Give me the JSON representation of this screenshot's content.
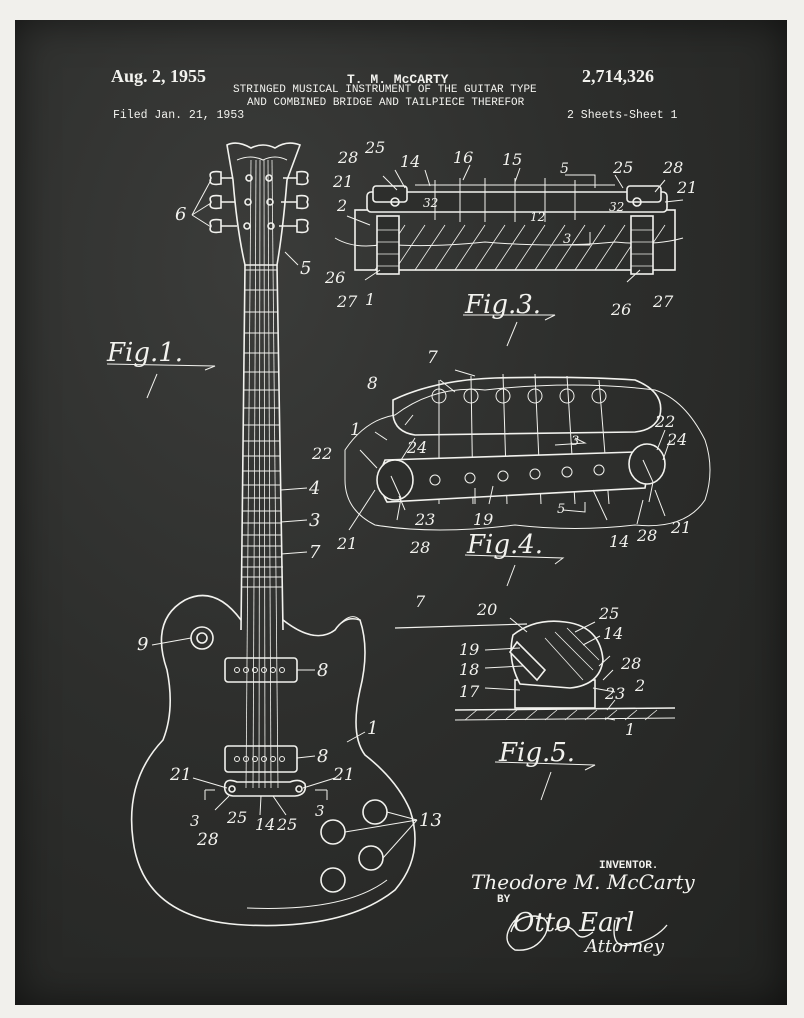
{
  "header": {
    "date": "Aug. 2, 1955",
    "inventor_name": "T. M. McCARTY",
    "patent_number": "2,714,326",
    "title_line1": "STRINGED MUSICAL INSTRUMENT OF THE GUITAR TYPE",
    "title_line2": "AND COMBINED BRIDGE AND TAILPIECE THEREFOR",
    "filed": "Filed Jan. 21, 1953",
    "sheets": "2 Sheets-Sheet 1"
  },
  "figures": {
    "fig1": "Fig.1.",
    "fig3": "Fig.3.",
    "fig4": "Fig.4.",
    "fig5": "Fig.5."
  },
  "reference_numerals": {
    "fig1": [
      "6",
      "5",
      "4",
      "3",
      "7",
      "9",
      "8",
      "8",
      "1",
      "21",
      "21",
      "3",
      "3",
      "25",
      "14",
      "25",
      "28",
      "13"
    ],
    "fig3": [
      "28",
      "25",
      "14",
      "16",
      "15",
      "5",
      "25",
      "28",
      "21",
      "21",
      "2",
      "32",
      "32",
      "12",
      "3",
      "26",
      "27",
      "1",
      "26",
      "27"
    ],
    "fig4": [
      "7",
      "8",
      "1",
      "24",
      "22",
      "3",
      "22",
      "24",
      "23",
      "19",
      "5",
      "14",
      "28",
      "21",
      "21",
      "28"
    ],
    "fig5": [
      "7",
      "20",
      "25",
      "14",
      "19",
      "18",
      "28",
      "17",
      "23",
      "2",
      "1"
    ]
  },
  "signature": {
    "inventor_label": "INVENTOR.",
    "inventor_signature": "Theodore M. McCarty",
    "by_label": "BY",
    "attorney_signature": "Otto Earl",
    "attorney_label": "Attorney"
  }
}
